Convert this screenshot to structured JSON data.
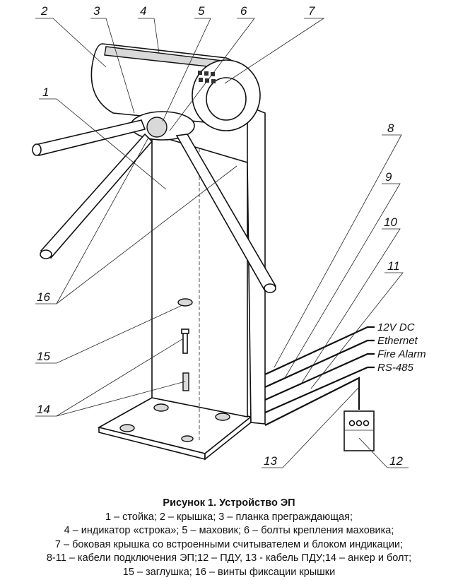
{
  "figure": {
    "callouts": [
      "1",
      "2",
      "3",
      "4",
      "5",
      "6",
      "7",
      "8",
      "9",
      "10",
      "11",
      "12",
      "13",
      "14",
      "15",
      "16"
    ],
    "cables": [
      "12V DC",
      "Ethernet",
      "Fire Alarm",
      "RS-485"
    ]
  },
  "caption": {
    "title": "Рисунок 1. Устройство ЭП",
    "lines": [
      "1 – стойка; 2 – крышка; 3 – планка преграждающая;",
      "4 – индикатор «строка»; 5 – маховик; 6 – болты крепления маховика;",
      "7 – боковая крышка со встроенными считывателем и блоком индикации;",
      "8-11 – кабели подключения ЭП;12 – ПДУ, 13 - кабель ПДУ;14 – анкер и болт;",
      "15 – заглушка; 16 – винты фиксации крышки"
    ]
  }
}
